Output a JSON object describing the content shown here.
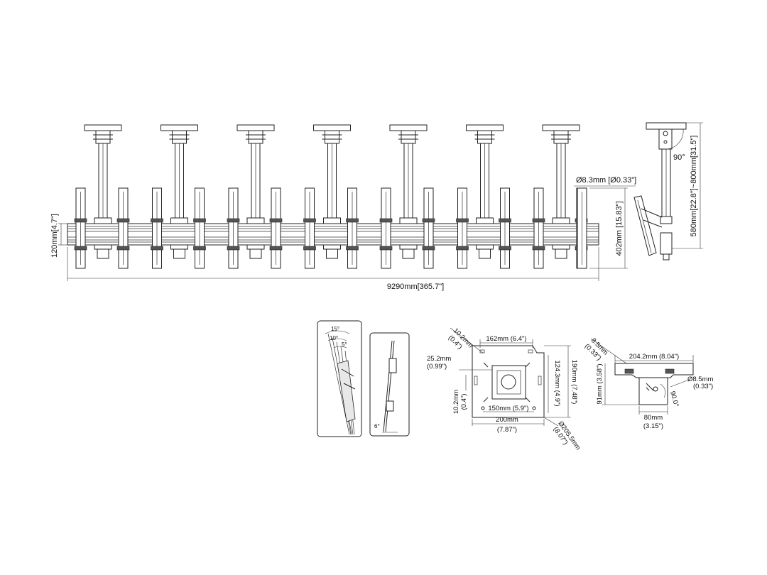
{
  "main_view": {
    "height_rail": "120mm[4.7\"]",
    "total_width": "9290mm[365.7\"]",
    "panel_height": "402mm [15.83\"]",
    "hole_diameter": "Ø8.3mm [Ø0.33\"]",
    "mount_count": 7
  },
  "side_view": {
    "tilt_angle": "90°",
    "drop_range": "580mm[22.8\"]~800mm[31.5\"]"
  },
  "tilt_detail": {
    "angle_15": "15°",
    "angle_10": "10°",
    "angle_5": "5°",
    "angle_6": "6°"
  },
  "ceiling_plate": {
    "top_width": "162mm (6.4\")",
    "slot_hole_mm": "10.2mm",
    "slot_hole_in": "(0.4\")",
    "left_offset_mm": "25.2mm",
    "left_offset_in": "(0.99\")",
    "inner_height": "124.3mm (4.9\")",
    "outer_height": "190mm (7.48\")",
    "bottom_hole_mm": "10.2mm",
    "bottom_hole_in": "(0.4\")",
    "inner_width": "150mm (5.9\")",
    "outer_width_mm": "200mm",
    "outer_width_in": "(7.87\")",
    "diagonal_mm": "Ø205.5mm",
    "diagonal_in": "(8.07\")"
  },
  "side_bracket": {
    "hole_top_mm": "8.5mm",
    "hole_top_in": "(0.33\")",
    "width": "204.2mm (8.04\")",
    "hole_diam_mm": "Ø8.5mm",
    "hole_diam_in": "(0.33\")",
    "height": "91mm (3.58\")",
    "angle": "90.0°",
    "bottom_width_mm": "80mm",
    "bottom_width_in": "(3.15\")"
  }
}
